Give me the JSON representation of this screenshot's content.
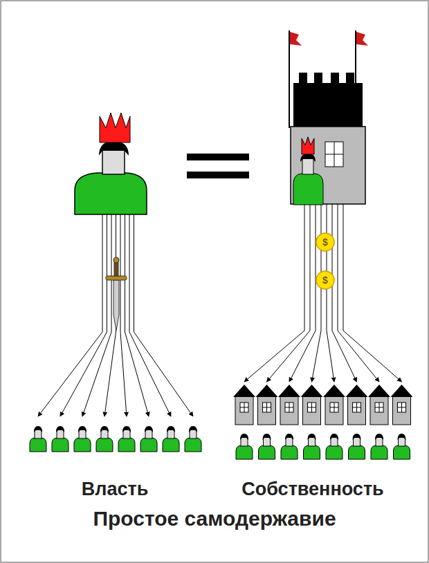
{
  "diagram": {
    "caption": "Простое самодержавие",
    "labels": [
      "$",
      "$",
      "Власть",
      "Собственность"
    ]
  }
}
